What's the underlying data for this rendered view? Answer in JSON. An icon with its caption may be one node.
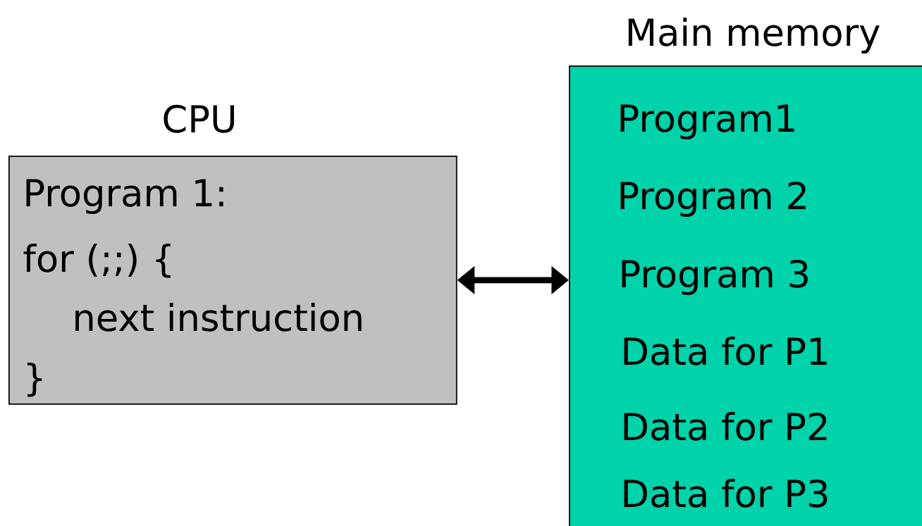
{
  "diagram": {
    "nodes": [
      {
        "text": [
          "CPU",
          "Program 1:",
          "for (;;) {",
          "next instruction",
          "}"
        ]
      },
      {
        "text": [
          "Main memory",
          "Program1",
          "Program 2",
          "Program 3",
          "Data for P1",
          "Data for P2",
          "Data for P3"
        ]
      }
    ],
    "edges": [
      {
        "from": 0,
        "to": 1,
        "arrow": "both"
      }
    ]
  }
}
